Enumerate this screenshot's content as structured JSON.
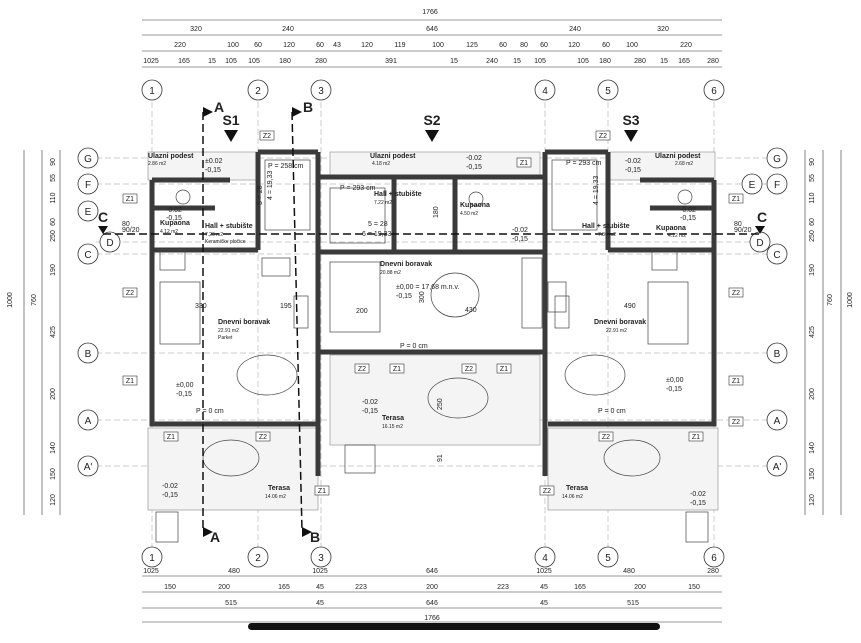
{
  "top_dims": {
    "total": "1766",
    "row2": [
      "320",
      "240",
      "646",
      "240",
      "320"
    ],
    "row3": [
      "220",
      "100",
      "60",
      "120",
      "60",
      "43",
      "120",
      "119",
      "100",
      "125",
      "60",
      "80",
      "60",
      "120",
      "60",
      "100",
      "220"
    ],
    "row4": [
      "1025",
      "165",
      "15",
      "105",
      "105",
      "180",
      "280",
      "391",
      "15",
      "240",
      "15",
      "105",
      "105",
      "180",
      "280",
      "15",
      "165",
      "280"
    ]
  },
  "bottom_dims": {
    "row1": [
      "1025",
      "480",
      "1025",
      "646",
      "1025",
      "480",
      "280"
    ],
    "row2": [
      "150",
      "200",
      "165",
      "45",
      "223",
      "200",
      "223",
      "45",
      "165",
      "200",
      "150"
    ],
    "row3": [
      "515",
      "45",
      "646",
      "45",
      "515"
    ],
    "total": "1766"
  },
  "axes_numbers": [
    "1",
    "2",
    "3",
    "4",
    "5",
    "6"
  ],
  "axes_letters": [
    "G",
    "F",
    "E",
    "D",
    "C",
    "B",
    "A",
    "A'"
  ],
  "left_dims": [
    "90",
    "55",
    "110",
    "60",
    "250",
    "190",
    "425",
    "200",
    "140",
    "150",
    "120"
  ],
  "left_totals": [
    "760",
    "1000"
  ],
  "right_dims": [
    "90",
    "55",
    "110",
    "60",
    "250",
    "190",
    "425",
    "200",
    "140",
    "150",
    "120"
  ],
  "right_totals": [
    "760",
    "1000"
  ],
  "sections": [
    "S1",
    "S2",
    "S3",
    "A",
    "B",
    "C"
  ],
  "rooms": [
    {
      "name": "Ulazni podest",
      "area": "2.86 m2",
      "level": "±0.02",
      "level2": "-0,15"
    },
    {
      "name": "Kupaona",
      "area": "4.12 m2",
      "level": "-0.02",
      "level2": "-0,15"
    },
    {
      "name": "Hall + stubište",
      "area": "7.26 m2"
    },
    {
      "name": "Dnevni boravak",
      "area": "22.91 m2",
      "level": "±0,00",
      "level2": "-0,15"
    },
    {
      "name": "Terasa",
      "area": "14.06 m2",
      "level": "-0.02",
      "level2": "-0,15"
    },
    {
      "name": "Ulazni podest",
      "area": "4.18 m2",
      "level": "-0.02",
      "level2": "-0,15"
    },
    {
      "name": "Hall + stubište",
      "area": "7.22 m2"
    },
    {
      "name": "Kupaona",
      "area": "4.50 m2",
      "level": "-0.02",
      "level2": "-0,15"
    },
    {
      "name": "Dnevni boravak",
      "area": "20.88 m2",
      "level": "±0,00 = 17,68 m.n.v.",
      "level2": "-0,15"
    },
    {
      "name": "Terasa",
      "area": "16.15 m2",
      "level": "-0.02",
      "level2": "-0,15"
    },
    {
      "name": "Ulazni podest",
      "area": "2.68 m2",
      "level": "-0.02",
      "level2": "-0,15"
    },
    {
      "name": "Kupaona",
      "area": "4.12 m2",
      "level": "-0.02",
      "level2": "-0,15"
    },
    {
      "name": "Hall + stubište",
      "area": "7.36 m2"
    },
    {
      "name": "Dnevni boravak",
      "area": "22.91 m2",
      "level": "±0,00",
      "level2": "-0,15"
    },
    {
      "name": "Terasa",
      "area": "14.06 m2",
      "level": "-0.02",
      "level2": "-0,15"
    }
  ],
  "floor_note": "Keramičke pločice",
  "parket_note": "Parket",
  "windows": [
    "Z1",
    "Z2",
    "Z2",
    "Z1",
    "Z1",
    "Z2",
    "Z1",
    "Z2",
    "Z1",
    "Z2",
    "Z1",
    "Z1",
    "Z2",
    "Z1",
    "Z2",
    "Z1",
    "Z2",
    "Z2",
    "Z1",
    "Z2"
  ],
  "stairs_left": [
    "P = 258 cm",
    "4 = 19,33",
    "5 = 28"
  ],
  "stairs_mid": [
    "P = 293 cm",
    "5 = 28",
    "6 = 19,33"
  ],
  "stairs_right": [
    "P = 293 cm",
    "4 = 19,33"
  ],
  "p0": [
    "P = 0 cm",
    "P = 0 cm",
    "P = 0 cm"
  ],
  "inner_dims": [
    "330",
    "195",
    "200",
    "300",
    "490",
    "430",
    "250",
    "180",
    "91",
    "60",
    "80"
  ],
  "door_dims": [
    "80",
    "90/20",
    "80",
    "90/20"
  ]
}
